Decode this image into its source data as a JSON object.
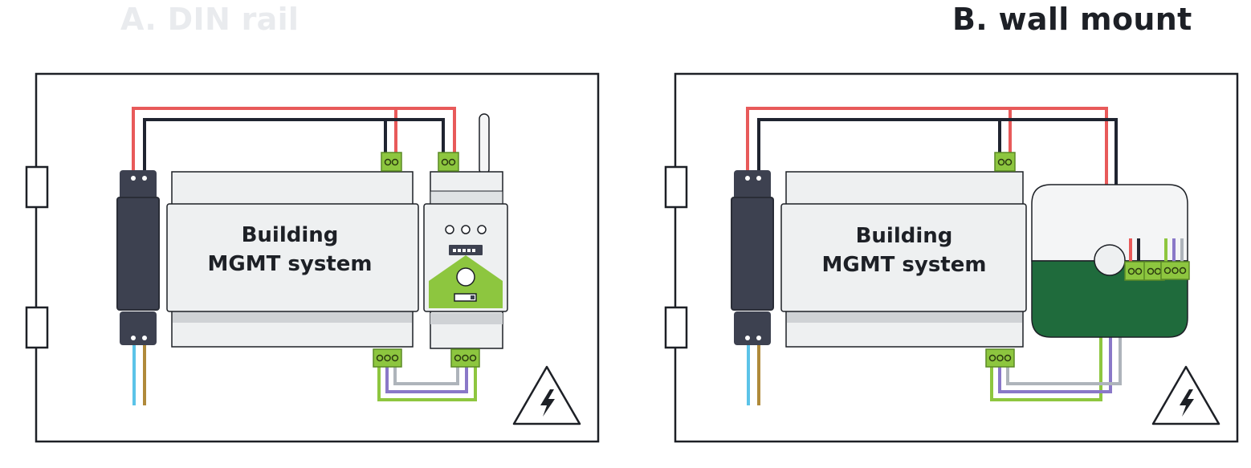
{
  "panel_a": {
    "title": "A. DIN rail",
    "device_label_line1": "Building",
    "device_label_line2": "MGMT system"
  },
  "panel_b": {
    "title": "B. wall mount",
    "device_label_line1": "Building",
    "device_label_line2": "MGMT system"
  },
  "colors": {
    "title_a": "#e9ebee",
    "title_b": "#1d2026",
    "wire_red": "#e85a5a",
    "wire_black": "#1f2430",
    "wire_green": "#8ec63f",
    "wire_purple": "#8a78c8",
    "wire_gray": "#aeb4bb",
    "wire_blue": "#5bc3e8",
    "wire_brown": "#b08a3a",
    "psu": "#3d4150",
    "terminal": "#8dc63f",
    "device_green": "#1f6b3c",
    "device_body": "#eef0f1"
  },
  "icons": [
    "high-voltage-warning-icon",
    "antenna-icon"
  ]
}
